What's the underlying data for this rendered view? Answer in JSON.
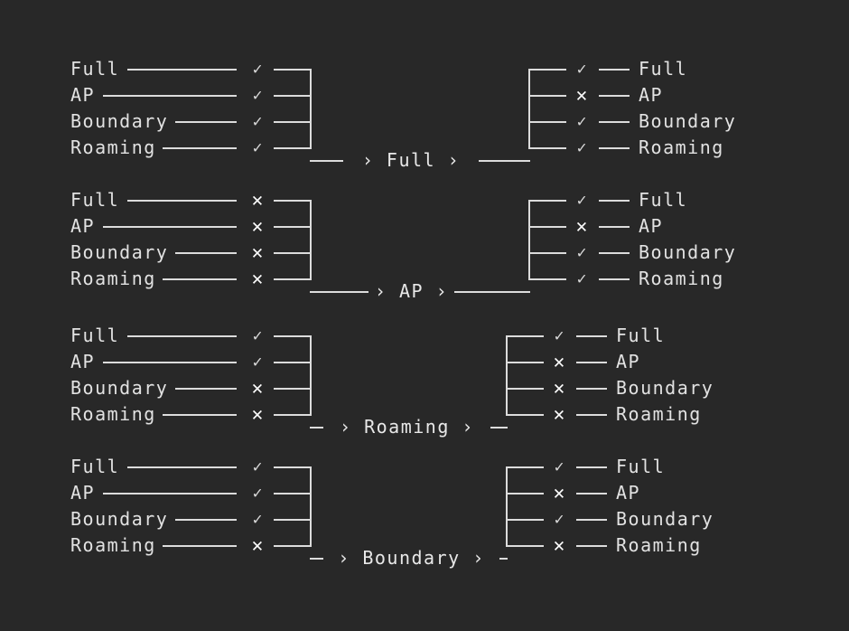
{
  "diagram": {
    "type": "state-transition-flow",
    "background_color": "#282828",
    "foreground_color": "#e2e2e2",
    "marks": {
      "check": "✓",
      "cross": "✕"
    },
    "arrow_glyph": "›",
    "condition_names": [
      "Full",
      "AP",
      "Boundary",
      "Roaming"
    ],
    "groups": [
      {
        "state": "Full",
        "center_label": "› Full ›",
        "inputs": [
          {
            "label": "Full",
            "mark": "check"
          },
          {
            "label": "AP",
            "mark": "check"
          },
          {
            "label": "Boundary",
            "mark": "check"
          },
          {
            "label": "Roaming",
            "mark": "check"
          }
        ],
        "outputs": [
          {
            "mark": "check",
            "label": "Full"
          },
          {
            "mark": "cross",
            "label": "AP"
          },
          {
            "mark": "check",
            "label": "Boundary"
          },
          {
            "mark": "check",
            "label": "Roaming"
          }
        ]
      },
      {
        "state": "AP",
        "center_label": "› AP ›",
        "inputs": [
          {
            "label": "Full",
            "mark": "cross"
          },
          {
            "label": "AP",
            "mark": "cross"
          },
          {
            "label": "Boundary",
            "mark": "cross"
          },
          {
            "label": "Roaming",
            "mark": "cross"
          }
        ],
        "outputs": [
          {
            "mark": "check",
            "label": "Full"
          },
          {
            "mark": "cross",
            "label": "AP"
          },
          {
            "mark": "check",
            "label": "Boundary"
          },
          {
            "mark": "check",
            "label": "Roaming"
          }
        ]
      },
      {
        "state": "Roaming",
        "center_label": "› Roaming ›",
        "inputs": [
          {
            "label": "Full",
            "mark": "check"
          },
          {
            "label": "AP",
            "mark": "check"
          },
          {
            "label": "Boundary",
            "mark": "cross"
          },
          {
            "label": "Roaming",
            "mark": "cross"
          }
        ],
        "outputs": [
          {
            "mark": "check",
            "label": "Full"
          },
          {
            "mark": "cross",
            "label": "AP"
          },
          {
            "mark": "cross",
            "label": "Boundary"
          },
          {
            "mark": "cross",
            "label": "Roaming"
          }
        ]
      },
      {
        "state": "Boundary",
        "center_label": "› Boundary ›",
        "inputs": [
          {
            "label": "Full",
            "mark": "check"
          },
          {
            "label": "AP",
            "mark": "check"
          },
          {
            "label": "Boundary",
            "mark": "check"
          },
          {
            "label": "Roaming",
            "mark": "cross"
          }
        ],
        "outputs": [
          {
            "mark": "check",
            "label": "Full"
          },
          {
            "mark": "cross",
            "label": "AP"
          },
          {
            "mark": "check",
            "label": "Boundary"
          },
          {
            "mark": "cross",
            "label": "Roaming"
          }
        ]
      }
    ]
  }
}
